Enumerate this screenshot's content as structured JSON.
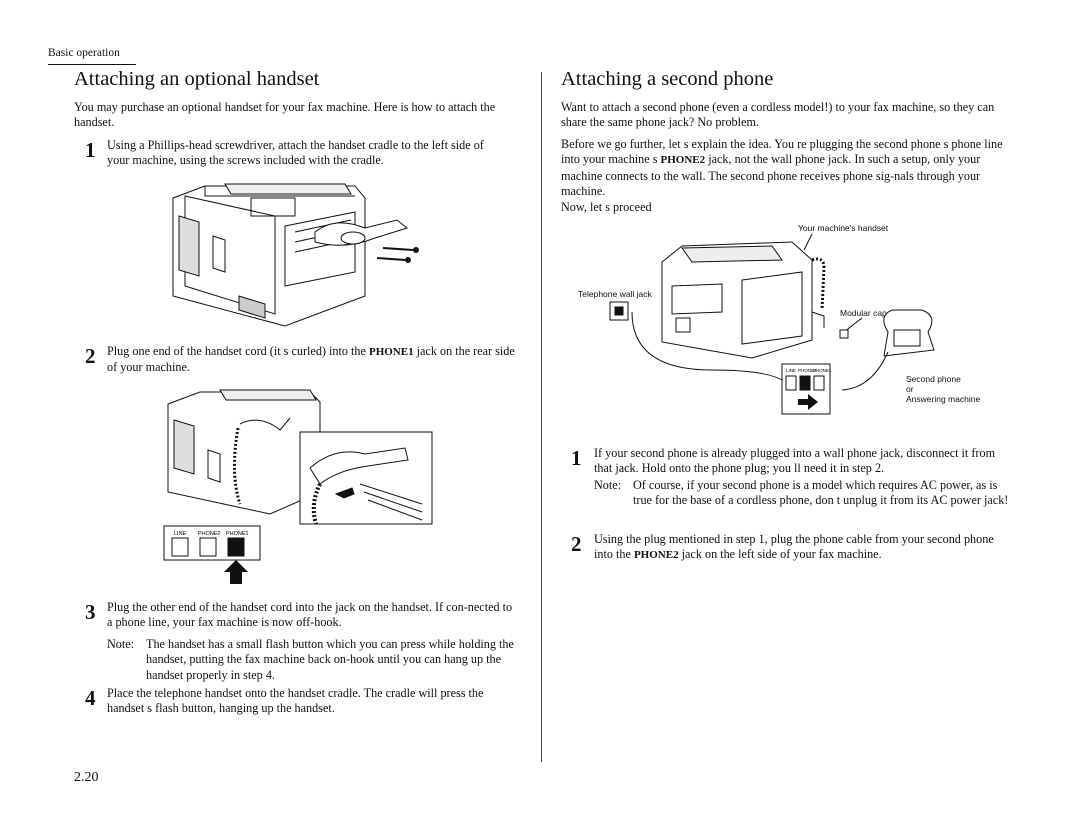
{
  "header": {
    "section": "Basic operation"
  },
  "left": {
    "title": "Attaching an optional handset",
    "intro": "You may purchase an optional handset for your fax machine. Here is how to attach the handset.",
    "step1": {
      "num": "1",
      "text": "Using a Phillips-head screwdriver, attach the handset cradle to the left side of your machine, using the screws included with the cradle."
    },
    "step2": {
      "num": "2",
      "pre": "Plug one end of the handset cord (it s curled) into the ",
      "jack": "PHONE1",
      "post": " jack on the rear side of your machine."
    },
    "jack_labels": [
      "LINE",
      "PHONE2",
      "PHONE1"
    ],
    "step3": {
      "num": "3",
      "text": "Plug the other end of the handset cord into the jack on the handset. If con-nected to a phone line, your fax machine is now  off-hook."
    },
    "note": {
      "label": "Note:",
      "text": "The handset has a small  flash  button which you can press while holding the handset, putting the fax machine back  on-hook  until you can hang up the handset properly in step 4."
    },
    "step4": {
      "num": "4",
      "text": "Place the telephone handset onto the handset cradle. The cradle will press the handset s  flash  button, hanging up the handset."
    }
  },
  "right": {
    "title": "Attaching a second phone",
    "intro": "Want to attach a second phone (even a cordless model!) to your fax machine, so they can share the same phone jack? No problem.",
    "para2_pre": "Before we go further, let s explain the idea. You re plugging the second phone s phone line into your machine s ",
    "para2_jack": "PHONE2",
    "para2_post": " jack, not the wall phone jack. In such a setup, only your machine connects to the wall. The second phone receives phone sig-nals through your machine.",
    "proceed": "Now, let s  proceed",
    "diagram_labels": {
      "handset": "Your machine's handset",
      "wall_jack": "Telephone wall jack",
      "modular_cap": "Modular cap",
      "second_phone": "Second phone",
      "or": "or",
      "answering": "Answering machine",
      "jack_labels": [
        "LINE",
        "PHONE2",
        "PHONE1"
      ]
    },
    "step1": {
      "num": "1",
      "text": "If your second phone is already plugged into a wall phone jack, disconnect it from that jack. Hold onto the phone plug; you ll need it in step 2."
    },
    "note": {
      "label": "Note:",
      "text": "Of course, if your second phone is a model which requires AC power, as is true for the base of a cordless phone, don t unplug it from its AC power jack!"
    },
    "step2": {
      "num": "2",
      "pre": "Using the plug mentioned in step 1, plug the phone cable from your second phone into the ",
      "jack": "PHONE2",
      "post": " jack on the left side of your fax machine."
    }
  },
  "footer": {
    "page": "2.20"
  }
}
